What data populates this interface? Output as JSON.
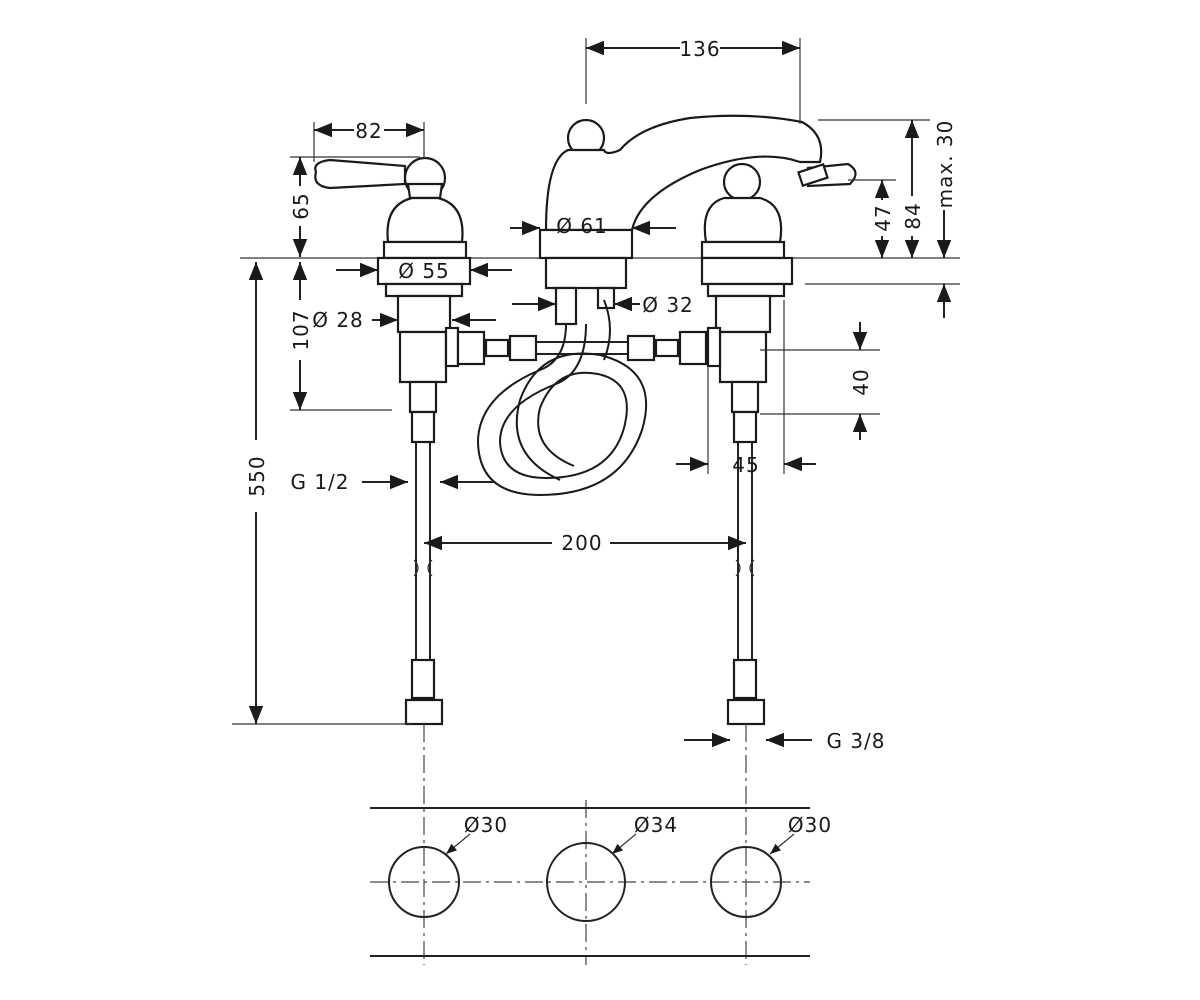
{
  "dimensions": {
    "top_width": "136",
    "handle_width": "82",
    "handle_height": "65",
    "spout_diameter": "Ø 61",
    "escutcheon_diameter": "Ø 55",
    "shank_diameter": "Ø 28",
    "center_shank_diameter": "Ø 32",
    "valve_height": "107",
    "aerator_47": "47",
    "aerator_84": "84",
    "max_thickness": "max. 30",
    "connector_40": "40",
    "offset_45": "45",
    "total_length": "550",
    "inlet_thread": "G 1/2",
    "center_distance": "200",
    "outlet_thread": "G 3/8",
    "hole_left": "Ø30",
    "hole_center": "Ø34",
    "hole_right": "Ø30"
  },
  "colors": {
    "line": "#1a1a1a",
    "background": "#ffffff"
  }
}
